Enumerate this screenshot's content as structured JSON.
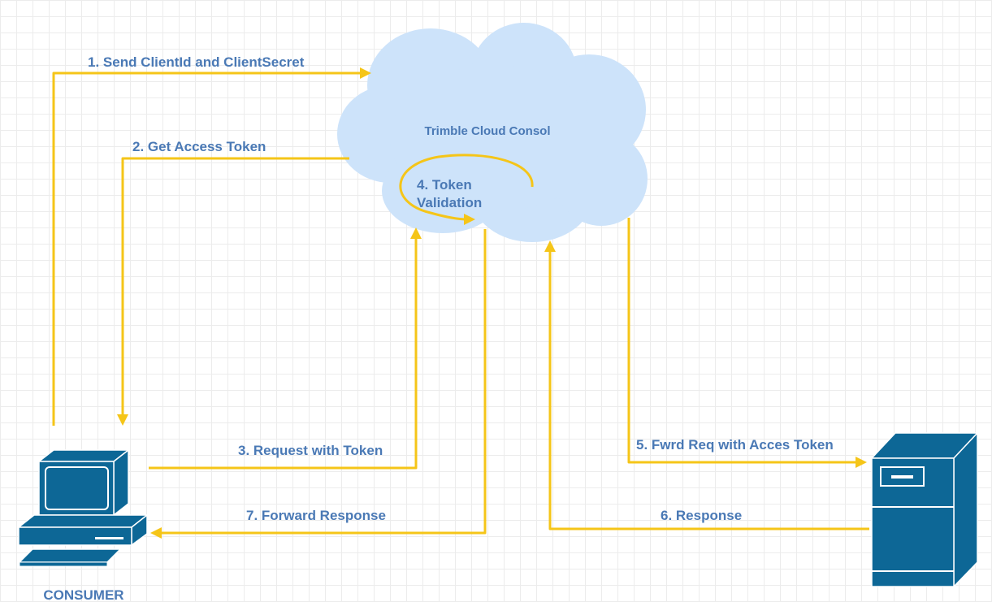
{
  "cloud": {
    "label": "Trimble Cloud Consol"
  },
  "validation": {
    "line1": "4. Token",
    "line2": "Validation"
  },
  "steps": {
    "s1": "1. Send ClientId and ClientSecret",
    "s2": "2. Get Access Token",
    "s3": "3. Request with Token",
    "s5": "5. Fwrd Req with Acces Token",
    "s6": "6. Response",
    "s7": "7. Forward Response"
  },
  "consumer": {
    "label": "CONSUMER",
    "icon": "desktop-computer-icon"
  },
  "server": {
    "icon": "server-cabinet-icon"
  },
  "colors": {
    "arrow": "#f5c518",
    "cloud": "#cde3fa",
    "device": "#0d6796",
    "text": "#4a79b5"
  }
}
